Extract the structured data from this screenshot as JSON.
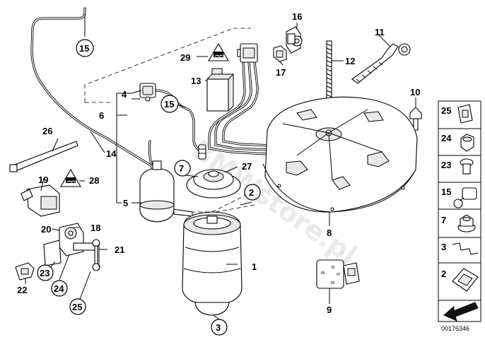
{
  "watermark": "BMWstore.pl",
  "document_number": "00176346",
  "callouts": {
    "c1": "1",
    "c2": "2",
    "c3": "3",
    "c4": "4",
    "c5": "5",
    "c6": "6",
    "c7": "7",
    "c8": "8",
    "c9": "9",
    "c10": "10",
    "c11": "11",
    "c12": "12",
    "c13": "13",
    "c14": "14",
    "c15a": "15",
    "c15b": "15",
    "c16": "16",
    "c17": "17",
    "c18": "18",
    "c19": "19",
    "c20": "20",
    "c21": "21",
    "c22": "22",
    "c23": "23",
    "c24": "24",
    "c25": "25",
    "c26": "26",
    "c27": "27",
    "c28": "28",
    "c29": "29"
  },
  "sidebar": {
    "items": [
      {
        "label": "25",
        "icon": "clip-icon"
      },
      {
        "label": "24",
        "icon": "hex-nut-icon"
      },
      {
        "label": "23",
        "icon": "bolt-icon"
      },
      {
        "label": "15",
        "icon": "hose-connector-icon"
      },
      {
        "label": "7",
        "icon": "flange-nut-icon"
      },
      {
        "label": "3",
        "icon": "spring-clip-icon"
      },
      {
        "label": "2",
        "icon": "retaining-clip-icon"
      }
    ]
  },
  "relay_pins": {
    "p30": "30",
    "p86": "86",
    "p87": "87",
    "p85": "85"
  }
}
